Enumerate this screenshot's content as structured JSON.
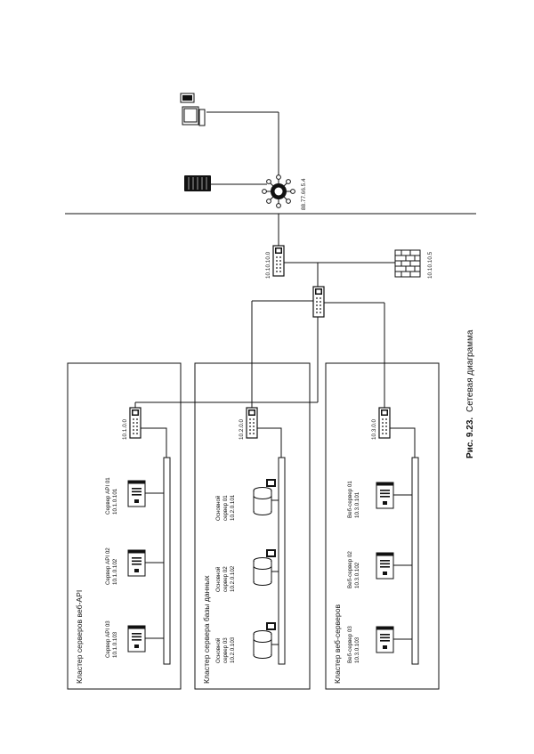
{
  "diagram": {
    "caption": {
      "number": "Рис. 9.23.",
      "text": "Сетевая диаграмма"
    },
    "internet_router": {
      "ip": "88.77.66.5.4"
    },
    "gateway_switch": {
      "ip": "10.10.10.0"
    },
    "firewall": {
      "ip": "10.10.10.5"
    },
    "clusters": [
      {
        "title": "Кластер серверов веб-API",
        "switch_ip": "10.1.0.0",
        "servers": [
          {
            "name": "Сервер API 01",
            "ip": "10.1.0.101"
          },
          {
            "name": "Сервер API 02",
            "ip": "10.1.0.102"
          },
          {
            "name": "Сервер API 03",
            "ip": "10.1.0.103"
          }
        ]
      },
      {
        "title": "Кластер сервера базы данных",
        "switch_ip": "10.2.0.0",
        "servers": [
          {
            "name": "Основной",
            "name2": "сервер 01",
            "ip": "10.2.0.101"
          },
          {
            "name": "Основной",
            "name2": "сервер 02",
            "ip": "10.2.0.102"
          },
          {
            "name": "Основной",
            "name2": "сервер 03",
            "ip": "10.2.0.103"
          }
        ]
      },
      {
        "title": "Кластер веб-серверов",
        "switch_ip": "10.3.0.0",
        "servers": [
          {
            "name": "Веб-сервер 01",
            "ip": "10.3.0.101"
          },
          {
            "name": "Веб-сервер 02",
            "ip": "10.3.0.102"
          },
          {
            "name": "Веб-сервер 03",
            "ip": "10.3.0.103"
          }
        ]
      }
    ]
  }
}
